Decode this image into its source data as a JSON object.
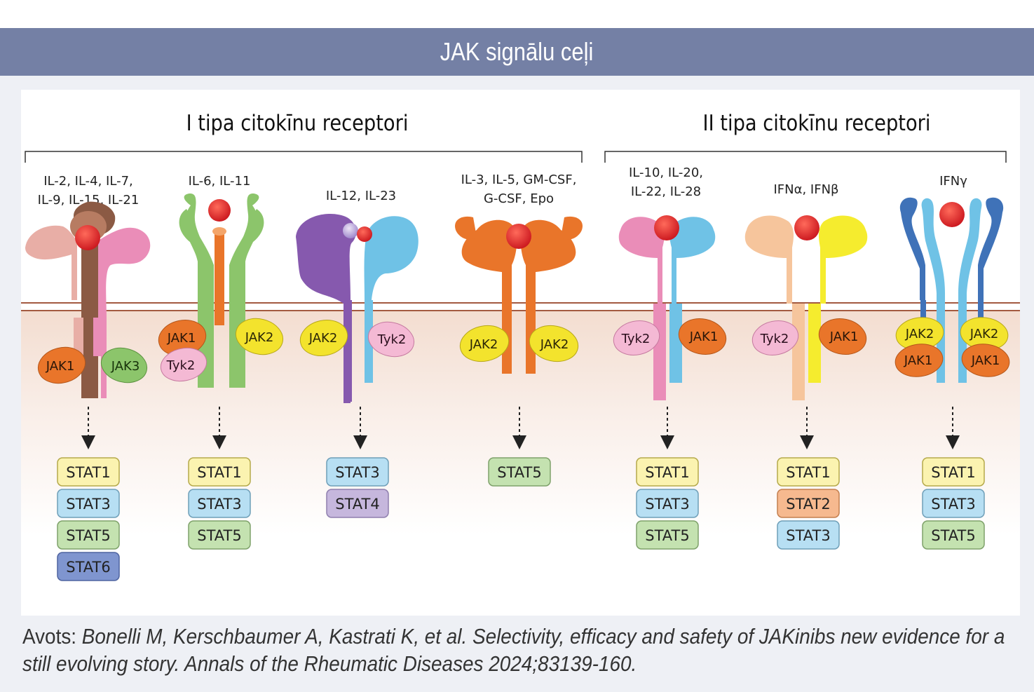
{
  "title": "JAK signālu ceļi",
  "groups": {
    "type1": "I tipa citokīnu receptori",
    "type2": "II tipa citokīnu receptori"
  },
  "receptors": [
    {
      "ligands": [
        "IL-2, IL-4, IL-7,",
        "IL-9, IL-15, IL-21"
      ],
      "jaks": [
        "JAK1",
        "JAK3"
      ],
      "stats": [
        "STAT1",
        "STAT3",
        "STAT5",
        "STAT6"
      ]
    },
    {
      "ligands": [
        "IL-6, IL-11"
      ],
      "jaks": [
        "JAK1",
        "Tyk2",
        "JAK2"
      ],
      "stats": [
        "STAT1",
        "STAT3",
        "STAT5"
      ]
    },
    {
      "ligands": [
        "IL-12, IL-23"
      ],
      "jaks": [
        "JAK2",
        "Tyk2"
      ],
      "stats": [
        "STAT3",
        "STAT4"
      ]
    },
    {
      "ligands": [
        "IL-3, IL-5, GM-CSF,",
        "G-CSF, Epo"
      ],
      "jaks": [
        "JAK2",
        "JAK2"
      ],
      "stats": [
        "STAT5"
      ]
    },
    {
      "ligands": [
        "IL-10, IL-20,",
        "IL-22, IL-28"
      ],
      "jaks": [
        "Tyk2",
        "JAK1"
      ],
      "stats": [
        "STAT1",
        "STAT3",
        "STAT5"
      ]
    },
    {
      "ligands": [
        "IFNα, IFNβ"
      ],
      "jaks": [
        "Tyk2",
        "JAK1"
      ],
      "stats": [
        "STAT1",
        "STAT2",
        "STAT3"
      ]
    },
    {
      "ligands": [
        "IFNγ"
      ],
      "jaks": [
        "JAK2",
        "JAK2",
        "JAK1",
        "JAK1"
      ],
      "stats": [
        "STAT1",
        "STAT3",
        "STAT5"
      ]
    }
  ],
  "source": {
    "prefix": "Avots: ",
    "citation": "Bonelli M, Kerschbaumer A, Kastrati K, et al. Selectivity, efficacy and safety of JAKinibs new evidence for a still evolving story. Annals of the Rheumatic Diseases 2024;83139-160."
  },
  "colors": {
    "header": "#7480a5",
    "membrane": "#a35a40",
    "cytoplasm": "#f6e6dc",
    "JAK1": "#e9752a",
    "JAK2": "#f3e32d",
    "JAK3": "#8cc56b",
    "Tyk2": "#f4b9d4",
    "STAT1": "#fbf3b0",
    "STAT2": "#f6b98f",
    "STAT3": "#b7dff3",
    "STAT4": "#c6b7dd",
    "STAT5": "#c4e2b0",
    "STAT6": "#7f95cf",
    "ligand": "#dc1f26"
  }
}
